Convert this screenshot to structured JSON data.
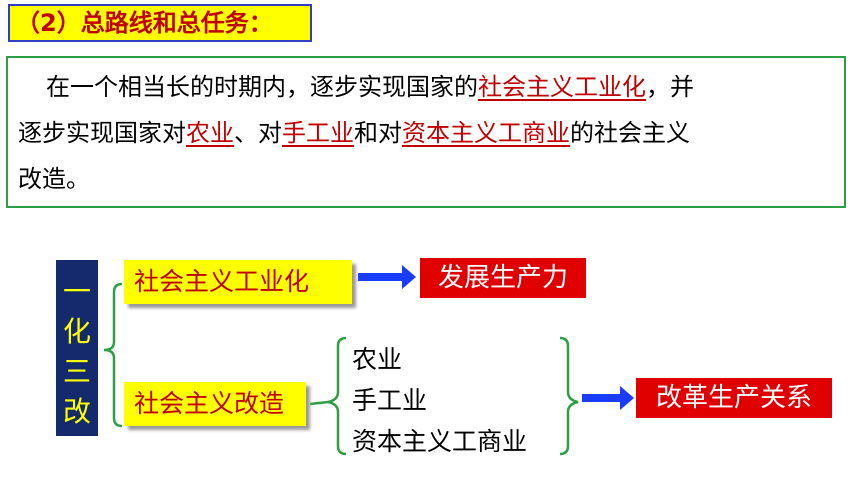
{
  "title": "（2）总路线和总任务：",
  "content": {
    "t1": "在一个相当长的时期内，逐步实现国家的",
    "u1": "社会主义工业化",
    "t2": "，并",
    "t3": "逐步实现国家对",
    "u2": "农业",
    "t4": "、对",
    "u3": "手工业",
    "t5": "和对",
    "u4": "资本主义工商业",
    "t6": "的社会主义",
    "t7": "改造。"
  },
  "diagram": {
    "left_label": "一化三改",
    "top_box": "社会主义工业化",
    "top_result": "发展生产力",
    "bottom_box": "社会主义改造",
    "items": [
      "农业",
      "手工业",
      "资本主义工商业"
    ],
    "bottom_result": "改革生产关系"
  },
  "colors": {
    "title_bg": "#ffff00",
    "accent_red": "#c00000",
    "box_border_green": "#2ea043",
    "bar_navy": "#142a6c",
    "arrow_blue": "#1a3cff"
  }
}
